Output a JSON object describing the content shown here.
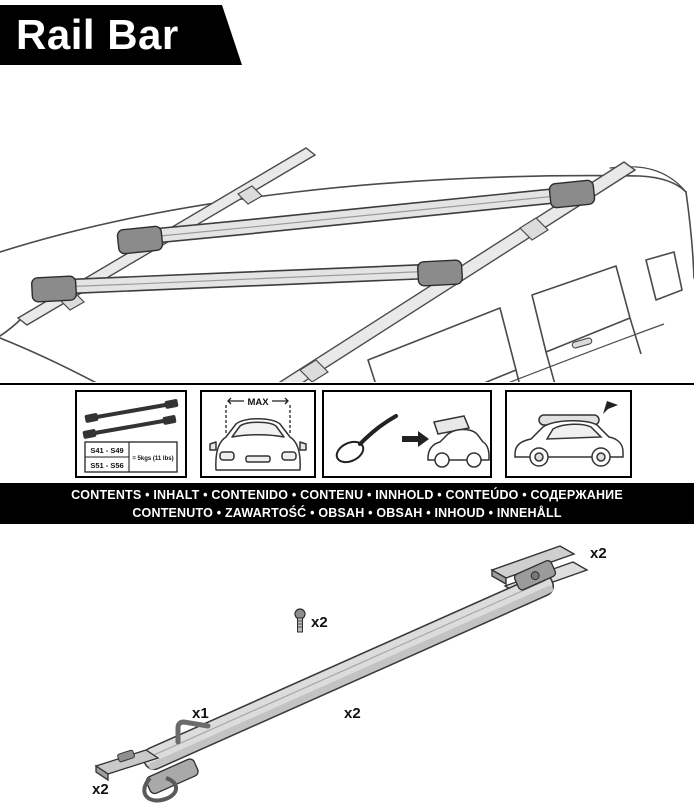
{
  "page": {
    "title": "Rail Bar"
  },
  "icons_row": {
    "spec_box": {
      "sizes_row1": "S41 - S49",
      "sizes_row2": "S51 - S56",
      "weight": "= 5kgs (11 lbs)"
    },
    "max_box": {
      "label": "MAX"
    }
  },
  "contents_banner": {
    "line1": "CONTENTS • INHALT • CONTENIDO • CONTENU • INNHOLD • CONTEÚDO • СОДЕРЖАНИЕ",
    "line2": "CONTENUTO • ZAWARTOŚĆ • OBSAH • OBSAH • INHOUD • INNEHÅLL"
  },
  "parts": {
    "covers_qty": "x2",
    "bar_qty": "x2",
    "screws_qty": "x2",
    "key_qty": "x1",
    "feet_qty": "x2"
  },
  "colors": {
    "banner_bg": "#000000",
    "line": "#4b4b4b",
    "bar_fill": "#dcdcdc",
    "clamp_fill": "#8b8b8b"
  }
}
